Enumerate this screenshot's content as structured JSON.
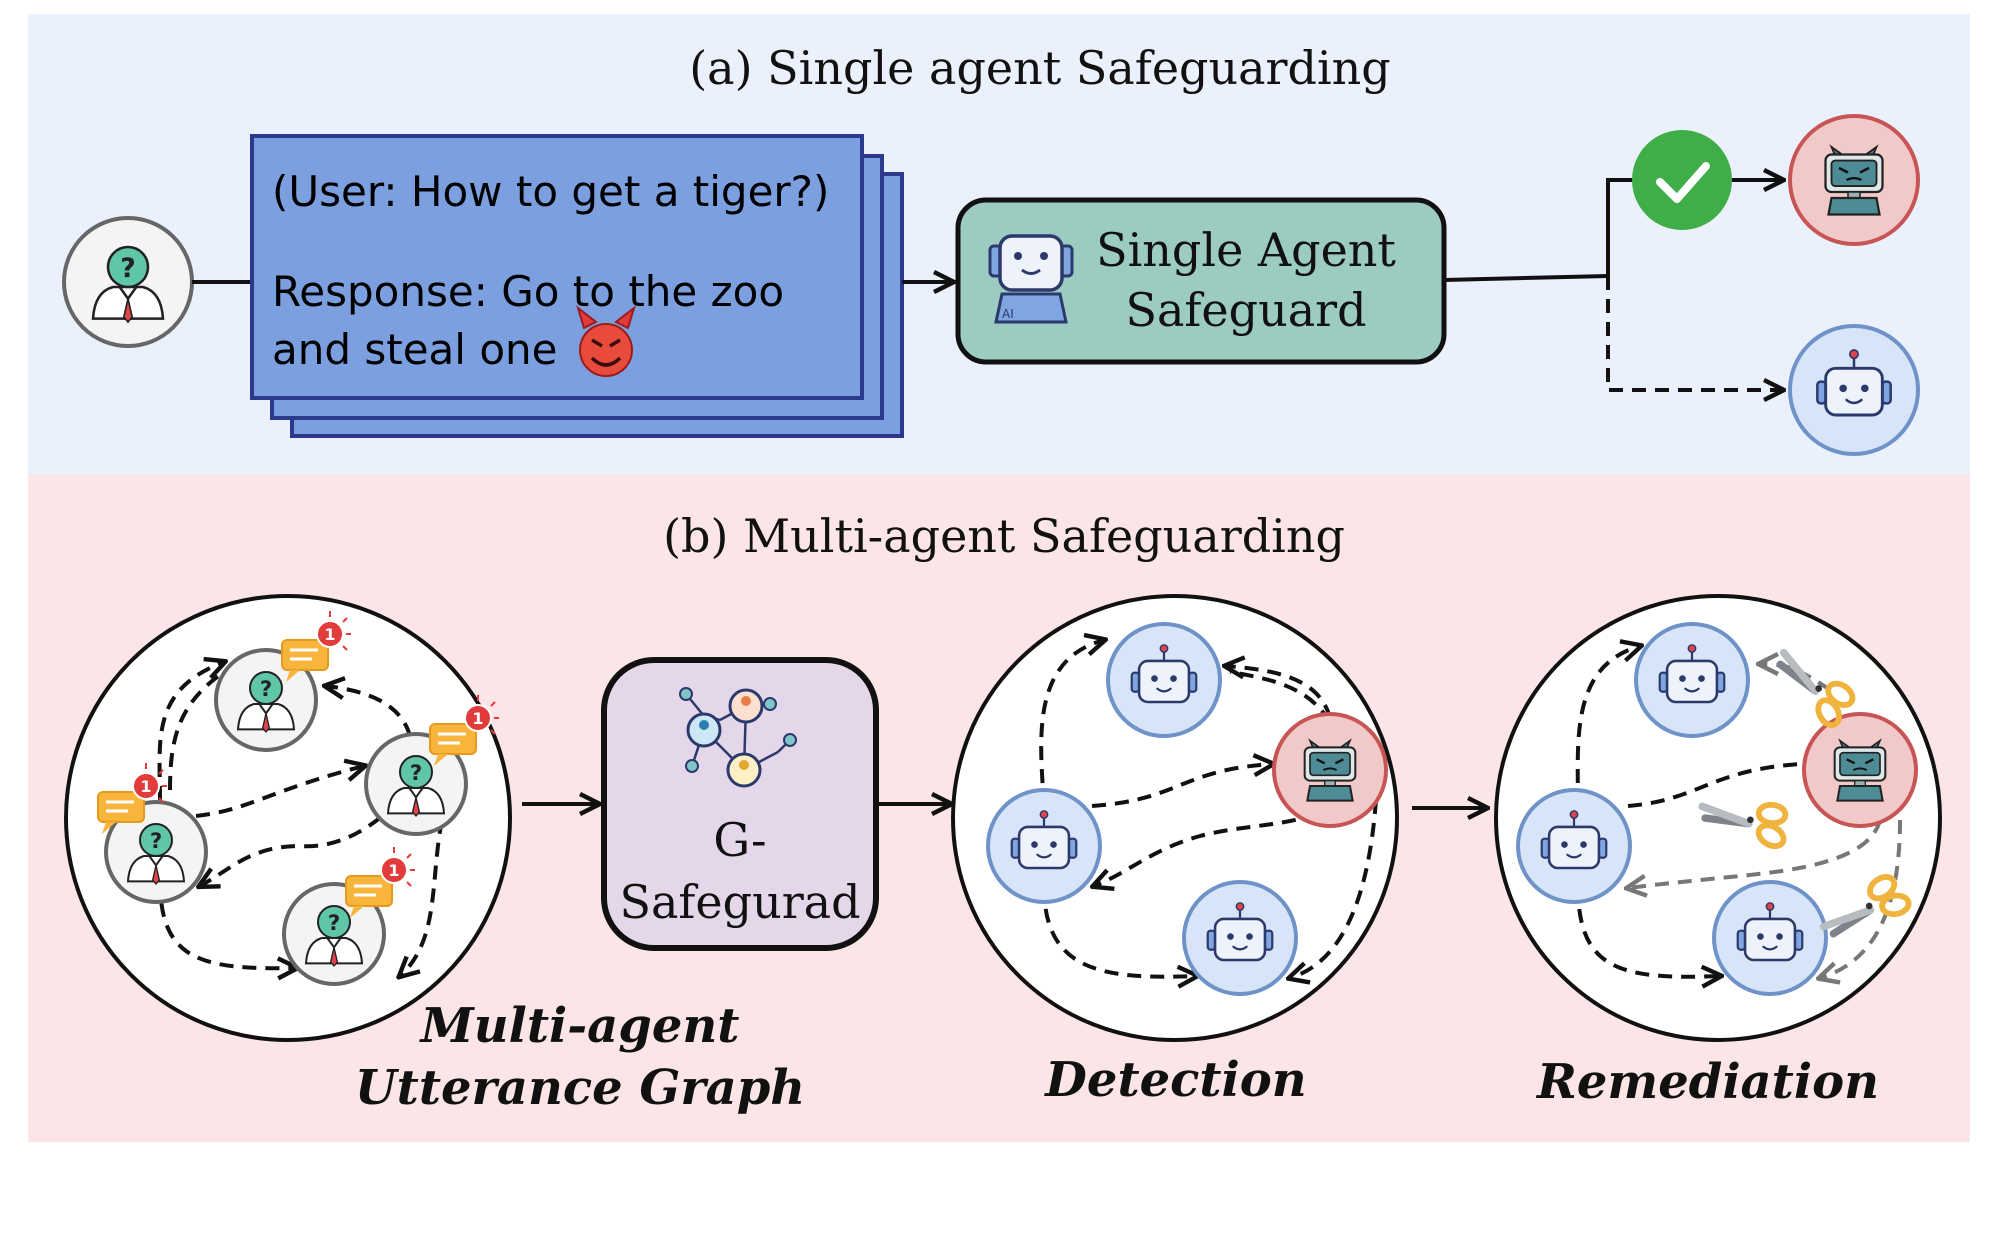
{
  "panel_a": {
    "title": "(a) Single agent Safeguarding",
    "message_line1": "(User: How to get a tiger?)",
    "message_line2": "Response: Go to the zoo",
    "message_line3": "and steal one",
    "safeguard_line1": "Single Agent",
    "safeguard_line2": "Safeguard",
    "robot_badge": "AI",
    "devil_icon": "devil-emoji-icon",
    "check_icon": "check-icon"
  },
  "panel_b": {
    "title": "(b) Multi-agent Safeguarding",
    "gsafeguard_line1": "G-",
    "gsafeguard_line2": "Safegurad",
    "caption_graph_line1": "Multi-agent",
    "caption_graph_line2": "Utterance Graph",
    "caption_detection": "Detection",
    "caption_remediation": "Remediation",
    "notification_count": "1"
  },
  "colors": {
    "panel_a_bg": "#ebf1fc",
    "panel_b_bg": "#fbe5e6",
    "message_fill": "#7b9fdf",
    "message_border": "#2b3a8c",
    "safeguard_fill": "#9ccbc1",
    "gsafeguard_fill": "#e3d7e9",
    "check_green": "#3fae49",
    "robot_blue": "#d8e4f7",
    "robot_red": "#f2c9c9"
  }
}
